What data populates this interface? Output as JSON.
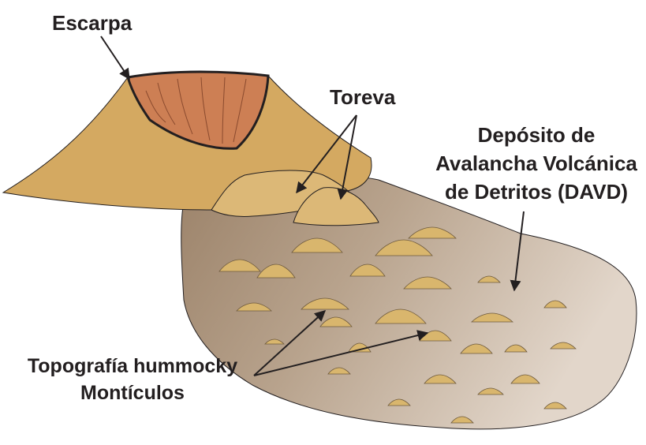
{
  "labels": {
    "escarpa": "Escarpa",
    "toreva": "Toreva",
    "davd_line1": "Depósito de",
    "davd_line2": "Avalancha Volcánica",
    "davd_line3": "de Detritos (DAVD)",
    "hummocky_line1": "Topografía hummocky",
    "hummocky_line2": "Montículos"
  },
  "colors": {
    "volcano": "#d4a961",
    "scarp": "#cd7f54",
    "deposit_dark": "#a48c72",
    "deposit_light": "#d9cbbd",
    "hummock": "#d9b66d",
    "outline": "#231f20"
  }
}
